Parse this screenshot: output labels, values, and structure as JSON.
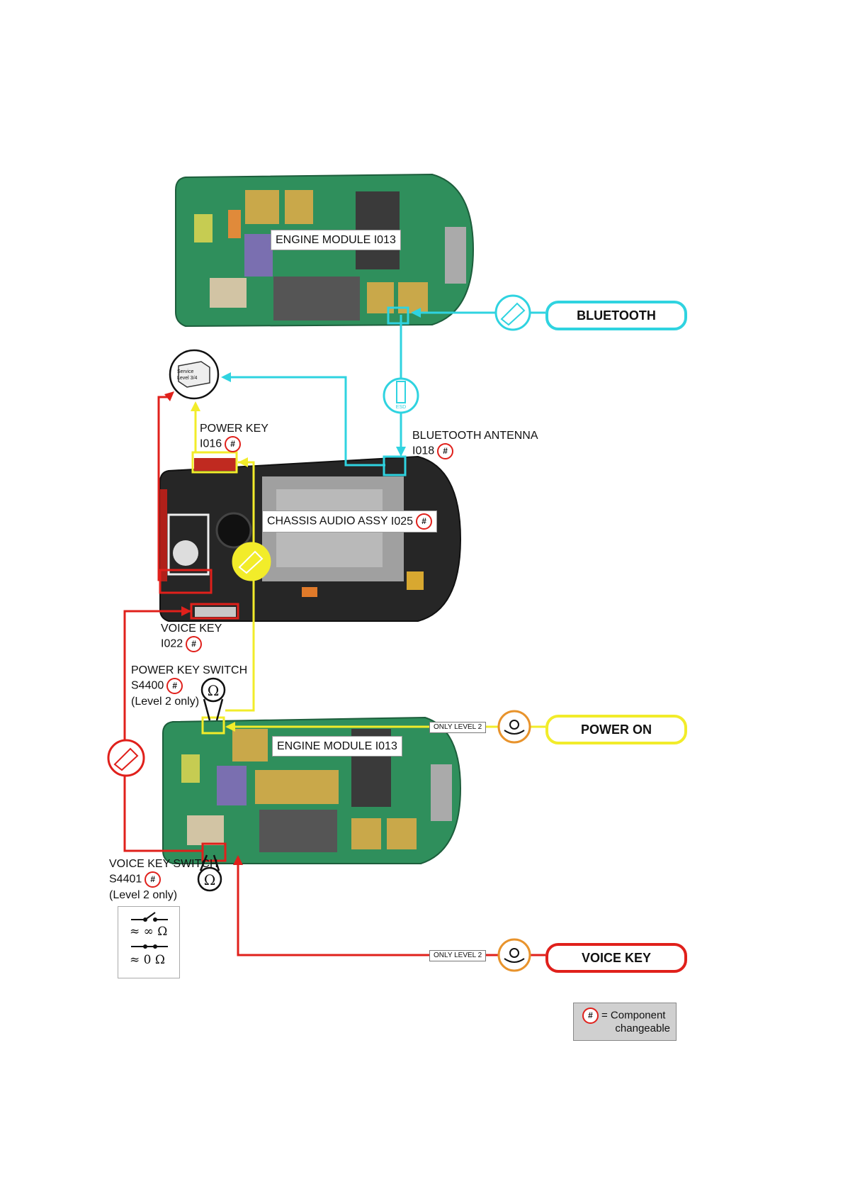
{
  "labels": {
    "engine_module_top": [
      "ENGINE MODULE",
      "I013"
    ],
    "engine_module_bottom": [
      "ENGINE MODULE",
      "I013"
    ],
    "chassis_audio": [
      "CHASSIS AUDIO ASSY",
      "I025"
    ],
    "power_key": [
      "POWER KEY",
      "I016"
    ],
    "bluetooth_antenna": [
      "BLUETOOTH ANTENNA",
      "I018"
    ],
    "voice_key": [
      "VOICE KEY",
      "I022"
    ],
    "power_key_switch": [
      "POWER KEY SWITCH",
      "S4400",
      "(Level 2 only)"
    ],
    "voice_key_switch": [
      "VOICE KEY SWITCH",
      "S4401",
      "(Level 2 only)"
    ],
    "service_level": [
      "Service",
      "Level 3/4"
    ]
  },
  "pills": {
    "bluetooth": "BLUETOOTH",
    "power_on": "POWER ON",
    "voice_key": "VOICE KEY"
  },
  "tags": {
    "only_level_2_power": "ONLY LEVEL 2",
    "only_level_2_voice": "ONLY LEVEL 2"
  },
  "legend": {
    "open_value": "≈ ∞ Ω",
    "closed_value": "≈ 0 Ω",
    "ohm_symbol": "Ω",
    "esd_text": "ESD"
  },
  "key": {
    "hash_symbol": "#",
    "line1": "= Component",
    "line2": "changeable"
  },
  "colors": {
    "bluetooth": "#2fd3e0",
    "power": "#f2ec2a",
    "voice": "#e0201b",
    "pcb": "#2f8f5c",
    "chassis": "#262626"
  }
}
